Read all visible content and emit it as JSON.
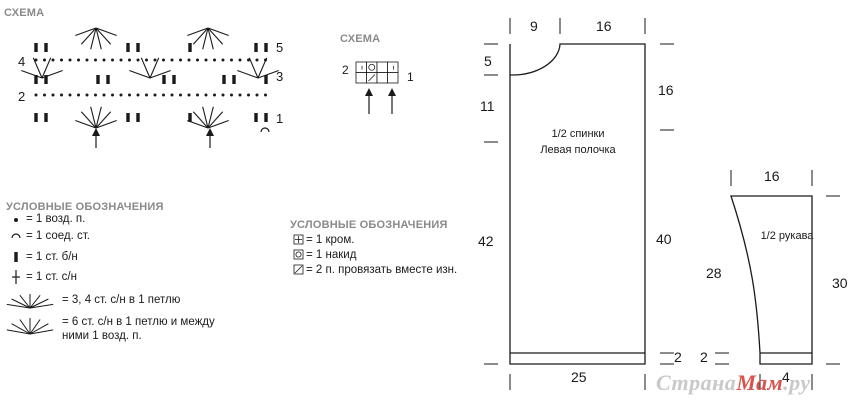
{
  "scheme": {
    "header": "СХЕМА",
    "row_numbers": [
      "4",
      "2",
      "5",
      "3",
      "1"
    ]
  },
  "legend": {
    "header": "УСЛОВНЫЕ ОБОЗНАЧЕНИЯ",
    "items": [
      "= 1 возд. п.",
      "= 1 соед. ст.",
      "= 1 ст. б/н",
      "= 1 ст. с/н",
      "= 3, 4 ст. с/н в 1 петлю",
      "= 6 ст. с/н в 1 петлю и между",
      "ними 1 возд. п."
    ]
  },
  "scheme2": {
    "header": "СХЕМА",
    "row_left": "2",
    "row_right": "1"
  },
  "legend2": {
    "header": "УСЛОВНЫЕ ОБОЗНАЧЕНИЯ",
    "items": [
      "= 1 кром.",
      "= 1 накид",
      "= 2 п. провязать вместе изн."
    ]
  },
  "back": {
    "label1": "1/2 спинки",
    "label2": "Левая полочка",
    "dims": {
      "top_left": "9",
      "top_right": "16",
      "neck_depth": "5",
      "left_upper": "11",
      "left_main": "42",
      "right_upper": "16",
      "right_main": "40",
      "bottom_band": "2",
      "bottom_width": "25"
    }
  },
  "sleeve": {
    "label": "1/2 рукава",
    "dims": {
      "top": "16",
      "left": "28",
      "right": "30",
      "band_left": "2",
      "bottom": "4"
    }
  },
  "watermark": {
    "part1": "Страна",
    "part2": "Мам",
    "part3": ".ру"
  }
}
